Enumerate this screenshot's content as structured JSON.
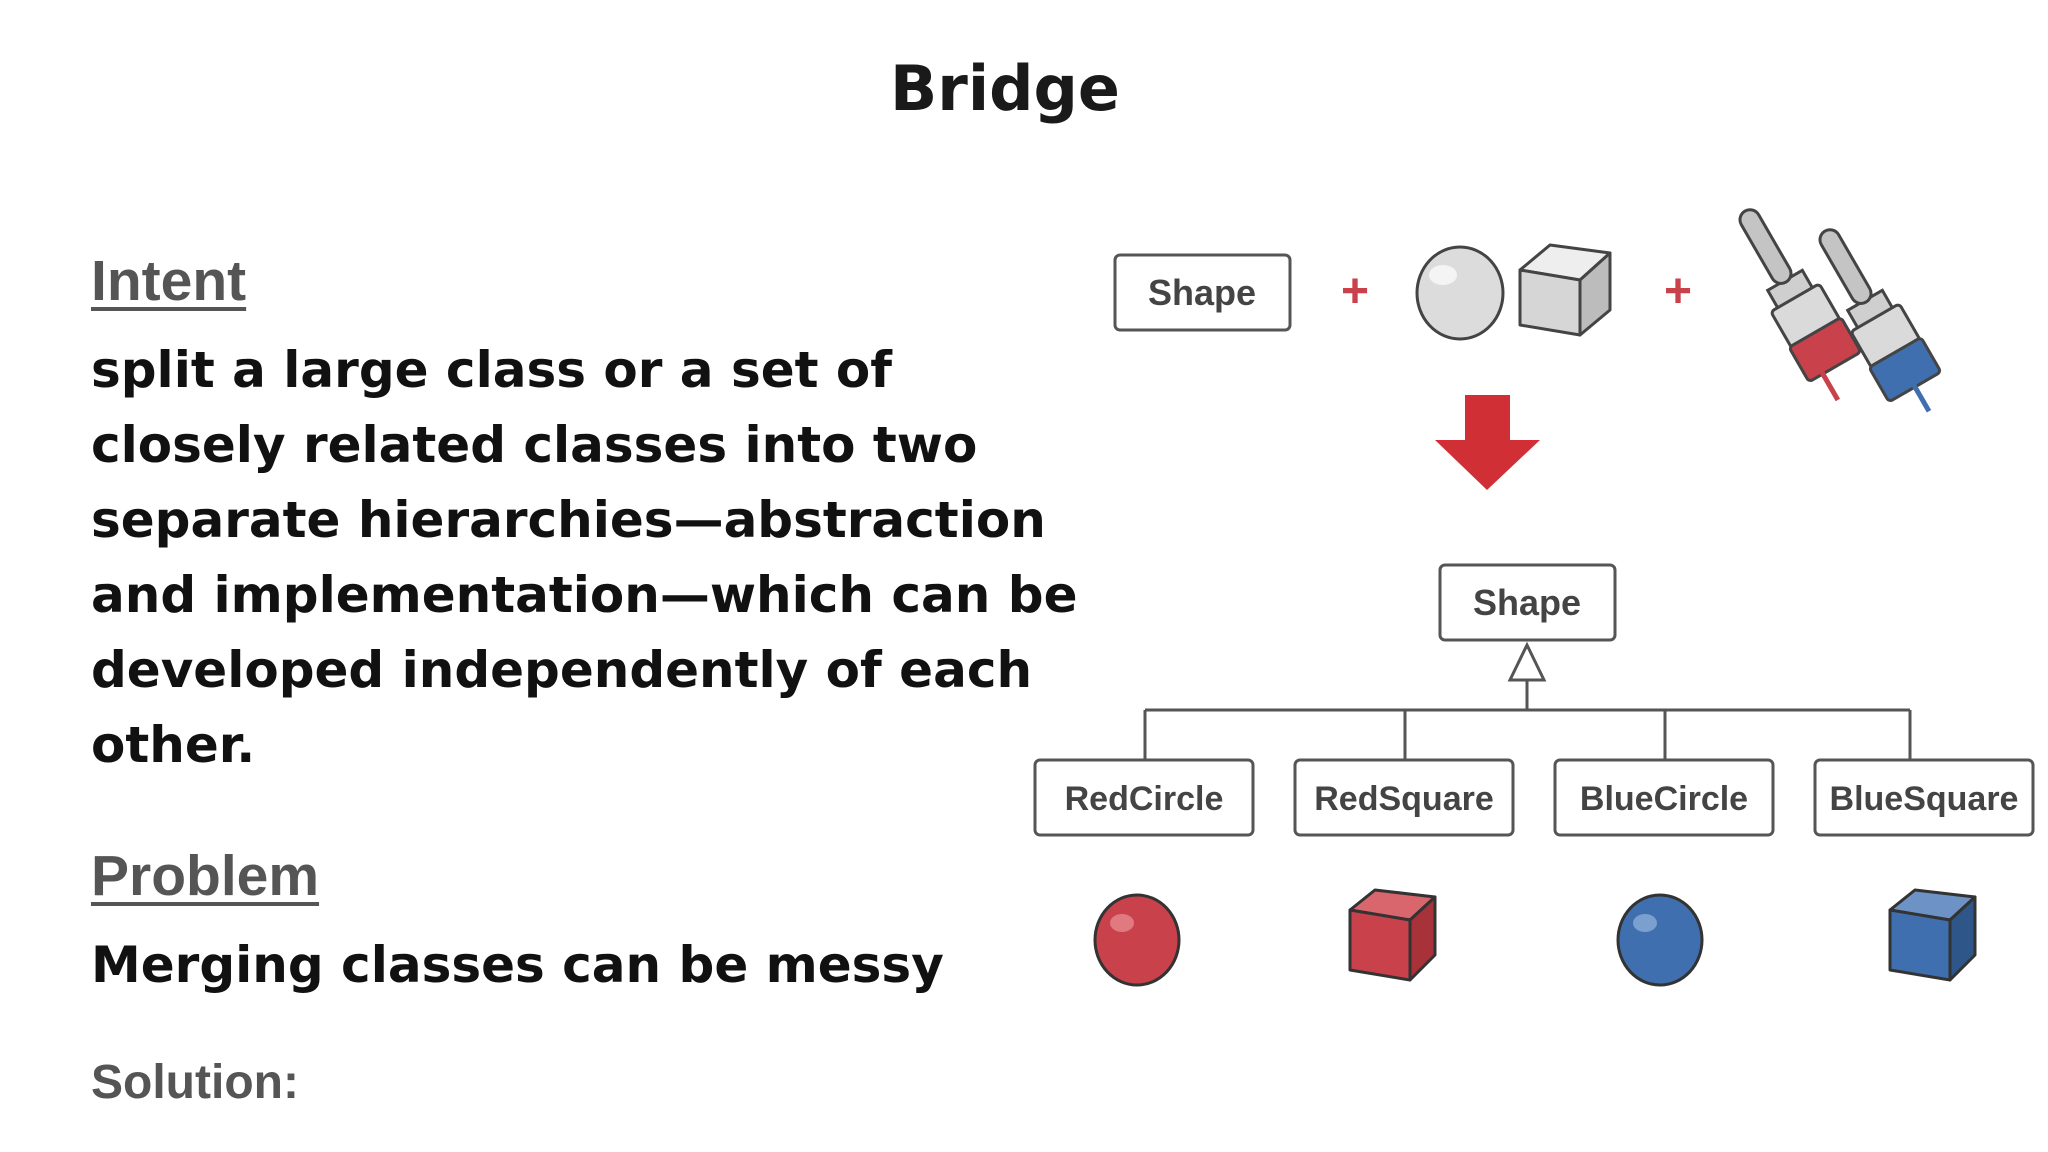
{
  "slide": {
    "title": "Bridge",
    "intent_heading": "Intent",
    "intent_lines": [
      "split a large class or a set of",
      "closely related classes into two",
      "separate hierarchies—abstraction",
      "and implementation—which can be",
      "developed independently of each",
      "other."
    ],
    "problem_heading": "Problem",
    "problem_text": "Merging classes can be messy",
    "solution_label": "Solution:"
  },
  "diagram": {
    "top_shape_label": "Shape",
    "plus_symbol": "+",
    "result_shape_label": "Shape",
    "subclasses": [
      "RedCircle",
      "RedSquare",
      "BlueCircle",
      "BlueSquare"
    ],
    "colors": {
      "red": "#c9414a",
      "blue": "#3f6fae",
      "arrow": "#d12f36",
      "outline": "#555555",
      "gray_shape": "#d8d8d8"
    }
  }
}
